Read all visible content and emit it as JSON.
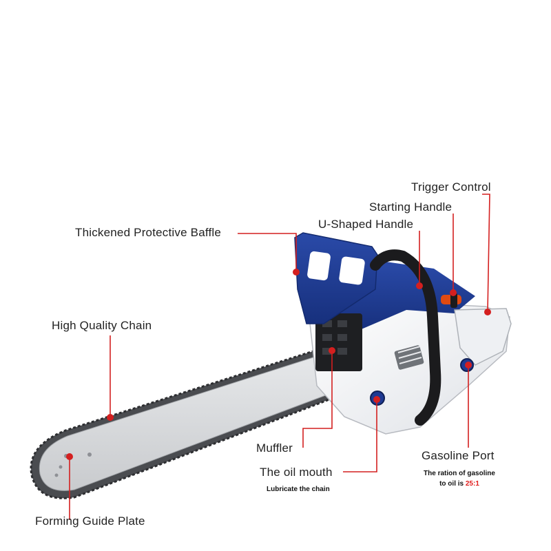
{
  "labels": {
    "trigger_control": "Trigger Control",
    "starting_handle": "Starting Handle",
    "u_shaped_handle": "U-Shaped Handle",
    "protective_baffle": "Thickened Protective Baffle",
    "high_quality_chain": "High Quality Chain",
    "muffler": "Muffler",
    "oil_mouth": "The oil mouth",
    "gasoline_port": "Gasoline Port",
    "forming_guide_plate": "Forming Guide Plate"
  },
  "notes": {
    "oil_mouth_note": "Lubricate the chain",
    "gasoline_note_line1": "The ration of gasoline",
    "gasoline_note_line2_prefix": "to oil is ",
    "gasoline_ratio": "25:1"
  },
  "colors": {
    "callout_line": "#d41f1f",
    "body_blue": "#1f3a93",
    "body_white": "#f1f2f5",
    "bar_silver": "#d7d9dc",
    "chain_dark": "#4a4c50",
    "handle_black": "#1b1b1d"
  }
}
